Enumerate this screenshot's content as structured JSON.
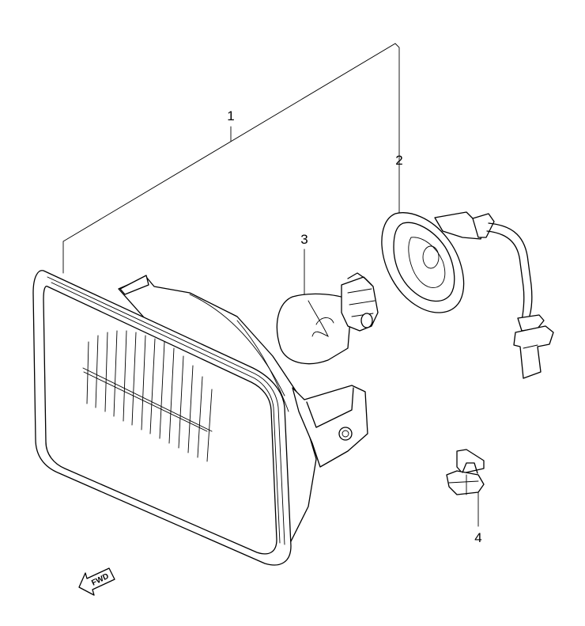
{
  "diagram": {
    "callouts": [
      {
        "id": "headlight-assembly",
        "label": "1"
      },
      {
        "id": "socket",
        "label": "2"
      },
      {
        "id": "bulb",
        "label": "3"
      },
      {
        "id": "clip",
        "label": "4"
      }
    ],
    "direction_arrow": {
      "label": "FWD",
      "icon": "forward-arrow-icon"
    }
  }
}
